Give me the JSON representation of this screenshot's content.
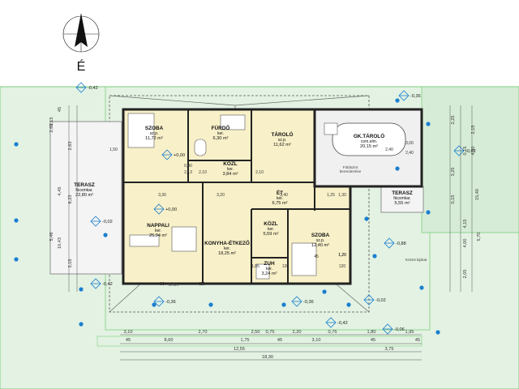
{
  "compass": {
    "letter": "É"
  },
  "rooms": [
    {
      "id": "szoba1",
      "name": "SZOBA",
      "floor": "sz.p.",
      "area": "11,72 m²"
    },
    {
      "id": "furdo",
      "name": "FÜRDŐ",
      "floor": "ker.",
      "area": "6,30 m²"
    },
    {
      "id": "tarolo",
      "name": "TÁROLÓ",
      "floor": "sz.p.",
      "area": "11,62 m²"
    },
    {
      "id": "garage",
      "name": "GK.TÁROLÓ",
      "floor": "com.elm.",
      "area": "20,15 m²"
    },
    {
      "id": "kozl1",
      "name": "KÖZL",
      "floor": "ker.",
      "area": "3,84 m²"
    },
    {
      "id": "terasz1",
      "name": "TERASZ",
      "floor": "fácsmkar.",
      "area": "22,80 m²"
    },
    {
      "id": "nappali",
      "name": "NAPPALI",
      "floor": "ker.",
      "area": "25,94 m²"
    },
    {
      "id": "konyha",
      "name": "KONYHA-ÉTKEZŐ",
      "floor": "ker.",
      "area": "18,25 m²"
    },
    {
      "id": "kozl2",
      "name": "KÖZL",
      "floor": "ker.",
      "area": "5,59 m²"
    },
    {
      "id": "zuh",
      "name": "ZUH",
      "floor": "ker.",
      "area": "3,24 m²"
    },
    {
      "id": "szoba2",
      "name": "SZOBA",
      "floor": "sz.p.",
      "area": "12,40 m²"
    },
    {
      "id": "terasz2",
      "name": "TERASZ",
      "floor": "fácsmkar.",
      "area": "5,55 m²"
    },
    {
      "id": "et",
      "name": "ÉT",
      "floor": "ker.",
      "area": "6,75 m²"
    }
  ],
  "notes": [
    {
      "id": "garage-note",
      "text": "Földszint\nberendezése"
    },
    {
      "id": "kozos-kijarat",
      "text": "Közös kijárat"
    },
    {
      "id": "fixed",
      "text": "fix.fim"
    }
  ],
  "levels": {
    "top_left": "-0,42",
    "top_right": "-0,36",
    "left": "-0,02",
    "left_bottom": "-0,42",
    "bottom1": "-0,36",
    "bottom2": "-0,36",
    "bottom_right": "-0,02",
    "right": "-0,02",
    "terr_right": "-0,88",
    "br1": "-0,42",
    "br2": "-0,06",
    "nap": "+0,00",
    "szoba": "+0,00"
  },
  "dims": {
    "row1": [
      "3,10",
      "2,70",
      "2,50",
      "0,75",
      "2,20",
      "0,75",
      "1,80",
      "1,95"
    ],
    "row2": [
      "45",
      "8,60",
      "1,75",
      "45",
      "3,10",
      "45",
      "45"
    ],
    "row3": [
      "12,55",
      "3,75"
    ],
    "row4": [
      "18,30"
    ],
    "left": [
      "1,15",
      "4,45",
      "6,23",
      "5,46",
      "10,43",
      "2,63",
      "2,60",
      "45",
      "3,15"
    ],
    "right": [
      "2,25",
      "0,15",
      "2,15",
      "3,25",
      "4,50",
      "4,00",
      "5,70",
      "2,05",
      "4,15",
      "15,40",
      "0,15"
    ],
    "inner": [
      "1,50",
      "3,30",
      "3,20",
      "3,40",
      "1,25",
      "0,90",
      "2,13",
      "2,10",
      "1,30",
      "2,10",
      "2,40",
      "3,00",
      "2,40",
      "1,20",
      "90",
      "80",
      "90",
      "120",
      "45",
      "1,85",
      "1,20",
      "120"
    ]
  }
}
